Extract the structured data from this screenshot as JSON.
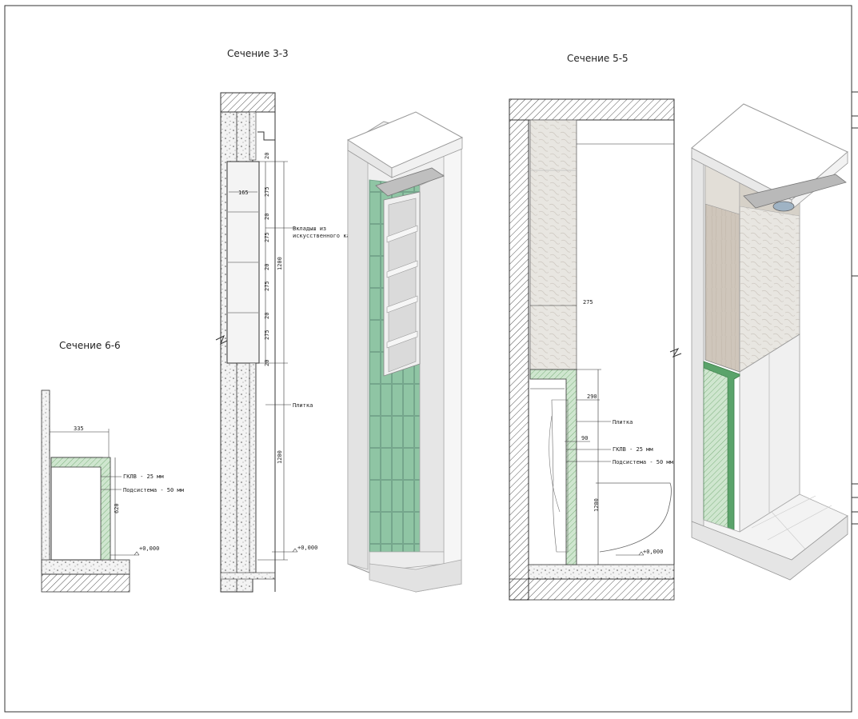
{
  "sheet": {
    "titles": {
      "section_3": "Сечение 3-3",
      "section_5": "Сечение 5-5",
      "section_6": "Сечение 6-6"
    },
    "section_3": {
      "dims": [
        "20",
        "275",
        "20",
        "275",
        "20",
        "275",
        "20",
        "275",
        "20",
        "1200",
        "1200",
        "165"
      ],
      "callouts": {
        "stone_line1": "Вкладыш из",
        "stone_line2": "искусственного камня",
        "tile": "Плитка"
      },
      "level": "+0,000"
    },
    "section_5": {
      "dims": [
        "275",
        "290",
        "90",
        "1200"
      ],
      "callouts": {
        "tile": "Плитка",
        "gklv": "ГКЛВ - 25 мм",
        "frame": "Подсистема - 50 мм"
      },
      "level": "+0,000"
    },
    "section_6": {
      "dims": [
        "335",
        "620"
      ],
      "callouts": {
        "gklv": "ГКЛВ - 25 мм",
        "frame": "Подсистема - 50 мм"
      },
      "level": "+0,000"
    },
    "colors": {
      "tile_green": "#8fc5a4",
      "green_board": "#5aa36a",
      "stone": "#d8d3cc",
      "hatch": "#444444"
    }
  }
}
